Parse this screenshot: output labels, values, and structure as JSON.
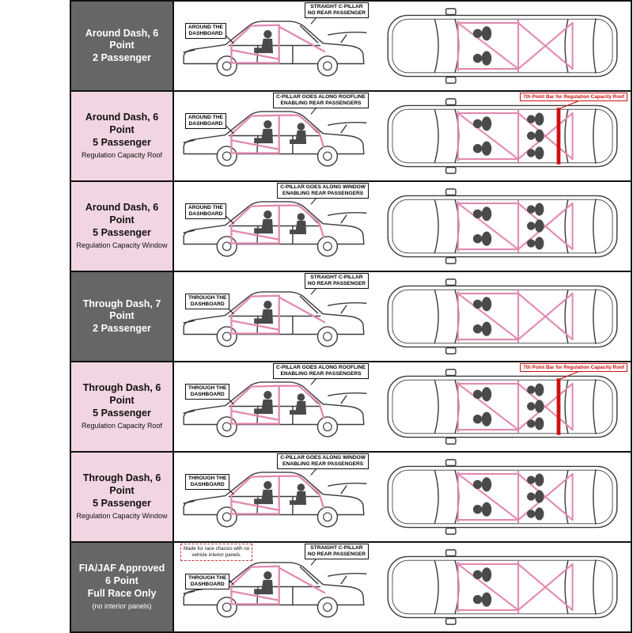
{
  "colors": {
    "gray_label_bg": "#666666",
    "pink_label_bg": "#f2d5e2",
    "cage_pink": "#e289b2",
    "regulation_red": "#cc1111",
    "outline": "#3d3d3d"
  },
  "rows": [
    {
      "label_style": "gray",
      "l1": "Around Dash, 6 Point",
      "l2": "2 Passenger",
      "dash1": "AROUND THE",
      "dash2": "DASHBOARD",
      "cp1": "STRAIGHT C-PILLAR",
      "cp2": "NO REAR PASSENGER"
    },
    {
      "label_style": "pink",
      "l1": "Around Dash, 6 Point",
      "l2": "5 Passenger",
      "sub": "Regulation Capacity Roof",
      "dash1": "AROUND THE",
      "dash2": "DASHBOARD",
      "cp1": "C-PILLAR GOES ALONG ROOFLINE",
      "cp2": "ENABLING REAR PASSENGERS",
      "red_note": "7th Point Bar for Regulation Capacity Roof"
    },
    {
      "label_style": "pink",
      "l1": "Around Dash, 6 Point",
      "l2": "5 Passenger",
      "sub": "Regulation Capacity Window",
      "dash1": "AROUND THE",
      "dash2": "DASHBOARD",
      "cp1": "C-PILLAR GOES ALONG WINDOW",
      "cp2": "ENABLING REAR PASSENGERS"
    },
    {
      "label_style": "gray",
      "l1": "Through Dash, 7 Point",
      "l2": "2 Passenger",
      "dash1": "THROUGH THE",
      "dash2": "DASHBOARD",
      "cp1": "STRAIGHT C-PILLAR",
      "cp2": "NO REAR PASSENGER"
    },
    {
      "label_style": "pink",
      "l1": "Through Dash, 6 Point",
      "l2": "5 Passenger",
      "sub": "Regulation Capacity Roof",
      "dash1": "THROUGH THE",
      "dash2": "DASHBOARD",
      "cp1": "C-PILLAR GOES ALONG ROOFLINE",
      "cp2": "ENABLING REAR PASSENGERS",
      "red_note": "7th Point Bar for Regulation Capacity Roof"
    },
    {
      "label_style": "pink",
      "l1": "Through Dash, 6 Point",
      "l2": "5 Passenger",
      "sub": "Regulation Capacity Window",
      "dash1": "THROUGH THE",
      "dash2": "DASHBOARD",
      "cp1": "C-PILLAR GOES ALONG WINDOW",
      "cp2": "ENABLING REAR PASSENGERS"
    },
    {
      "label_style": "gray",
      "l1": "FIA/JAF Approved",
      "l2": "6 Point",
      "l3": "Full Race Only",
      "sub": "(no interior panels)",
      "dash1": "THROUGH THE",
      "dash2": "DASHBOARD",
      "cp1": "STRAIGHT C-PILLAR",
      "cp2": "NO REAR PASSENGER",
      "race1": "Made for race chassis with no",
      "race2": "vehicle interior panels."
    }
  ]
}
